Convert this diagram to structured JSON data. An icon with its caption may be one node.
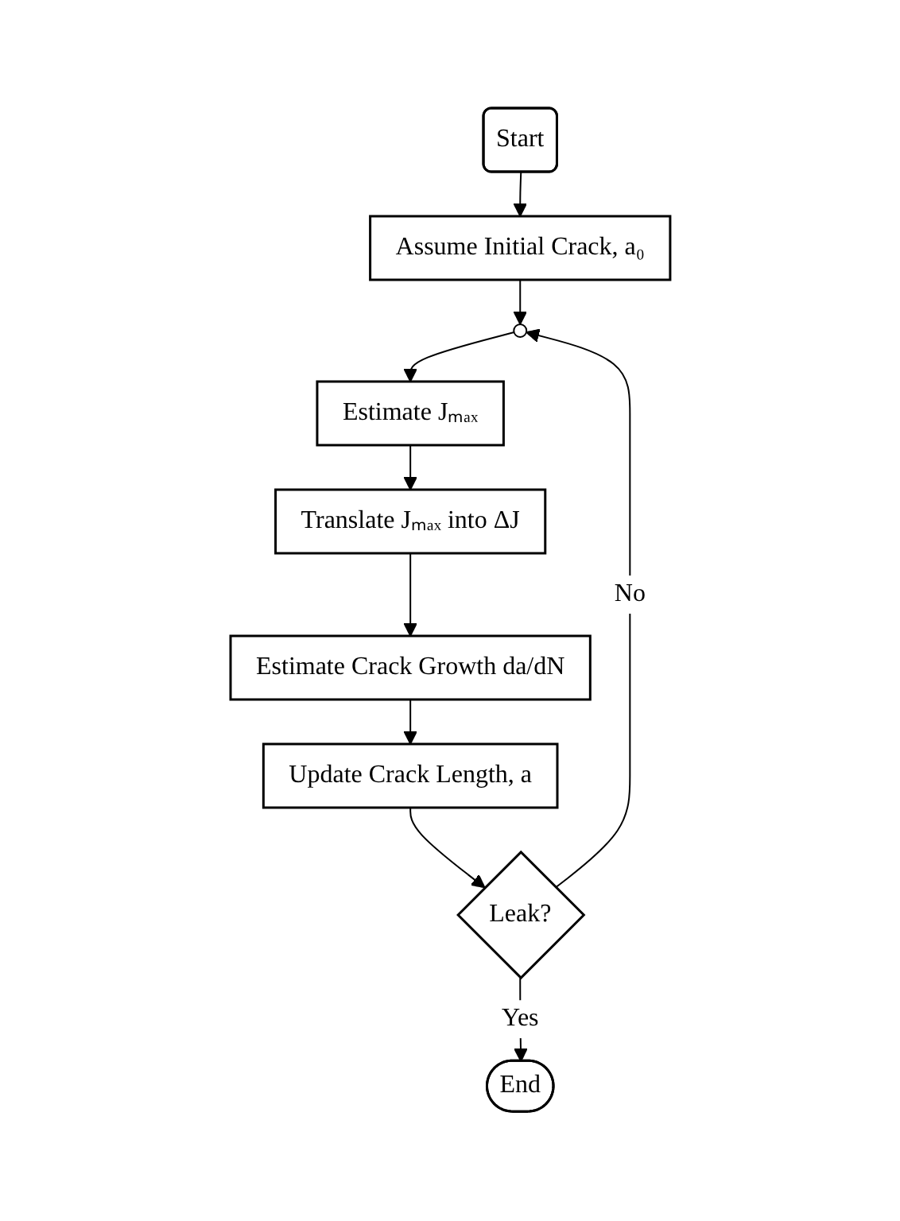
{
  "diagram": {
    "nodes": [
      {
        "text": [
          "Start"
        ]
      },
      {
        "text": [
          "Assume Initial Crack, a₀"
        ]
      },
      {
        "text": [],
        "shape": "circle"
      },
      {
        "text": [
          "Estimate Jₘₐₓ"
        ]
      },
      {
        "text": [
          "Translate Jₘₐₓ into ΔJ"
        ]
      },
      {
        "text": [
          "Estimate Crack Growth da/dN"
        ]
      },
      {
        "text": [
          "Update Crack Length, a"
        ]
      },
      {
        "text": [
          "Leak?"
        ]
      },
      {
        "text": [
          "End"
        ]
      }
    ],
    "edges": [
      {
        "from": 0,
        "to": 1,
        "arrow": "to"
      },
      {
        "from": 1,
        "to": 2,
        "arrow": "to"
      },
      {
        "from": 2,
        "to": 3,
        "arrow": "to"
      },
      {
        "from": 3,
        "to": 4,
        "arrow": "to"
      },
      {
        "from": 4,
        "to": 5,
        "arrow": "to"
      },
      {
        "from": 5,
        "to": 6,
        "arrow": "to"
      },
      {
        "from": 6,
        "to": 7,
        "arrow": "to"
      },
      {
        "from": 7,
        "to": 2,
        "label": "No",
        "arrow": "to"
      },
      {
        "from": 7,
        "to": 8,
        "label": "Yes",
        "arrow": "to"
      }
    ]
  }
}
